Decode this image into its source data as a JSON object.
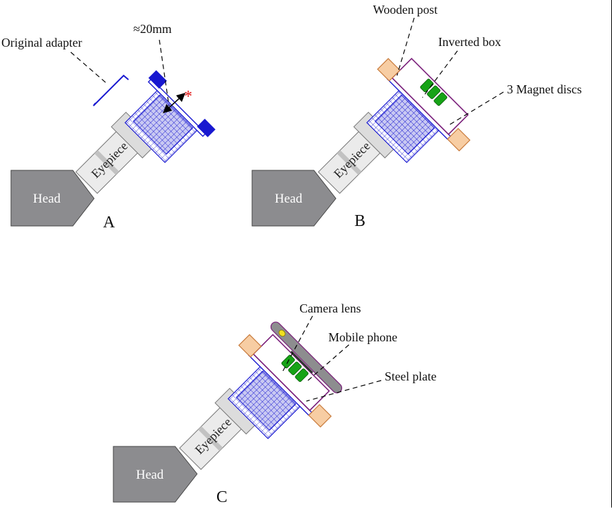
{
  "colors": {
    "head": "#8c8c8f",
    "eyepiece_light": "#ebebeb",
    "eyepiece_dark": "#c2c2c2",
    "adapter_blue": "#1818d0",
    "mesh_bg": "#c9c9f2",
    "box_purple": "#7a1f7a",
    "magnet_green": "#16a316",
    "wood": "#f7cda3",
    "wood_border": "#c87a3a",
    "phone": "#8d8d8f",
    "lens": "#f0e020",
    "asterisk": "#e01818"
  },
  "panels": {
    "a": {
      "letter": "A",
      "head_label": "Head",
      "eyepiece_label": "Eyepiece",
      "original_adapter_label": "Original adapter",
      "distance_label": "≈20mm",
      "asterisk": "*"
    },
    "b": {
      "letter": "B",
      "head_label": "Head",
      "eyepiece_label": "Eyepiece",
      "wooden_post_label": "Wooden post",
      "inverted_box_label": "Inverted box",
      "magnet_label": "3 Magnet discs"
    },
    "c": {
      "letter": "C",
      "head_label": "Head",
      "eyepiece_label": "Eyepiece",
      "camera_lens_label": "Camera lens",
      "mobile_phone_label": "Mobile phone",
      "steel_plate_label": "Steel plate"
    }
  }
}
